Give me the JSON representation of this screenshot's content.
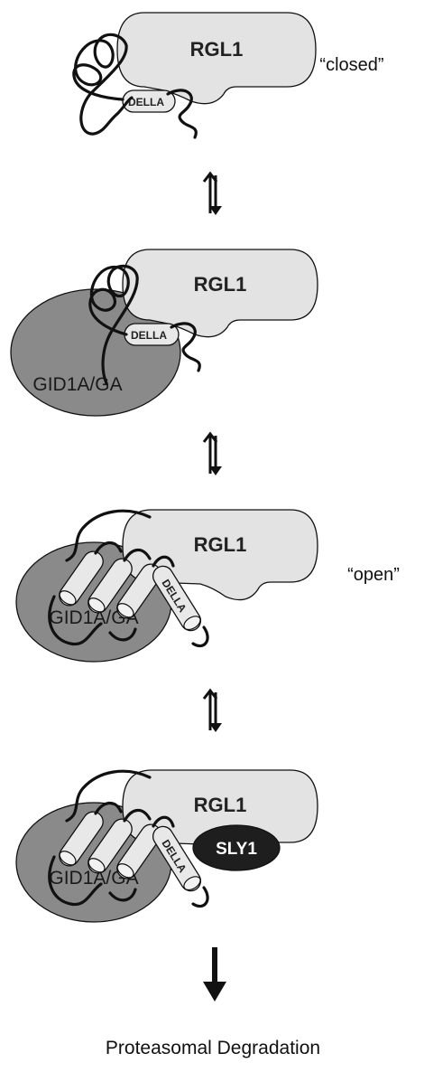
{
  "figure": {
    "states": [
      {
        "protein": "RGL1",
        "domain": "DELLA",
        "state_label": "“closed”"
      },
      {
        "protein": "RGL1",
        "domain": "DELLA",
        "receptor": "GID1A/GA"
      },
      {
        "protein": "RGL1",
        "domain": "DELLA",
        "receptor": "GID1A/GA",
        "state_label": "“open”"
      },
      {
        "protein": "RGL1",
        "domain": "DELLA",
        "receptor": "GID1A/GA",
        "partner": "SLY1"
      }
    ],
    "outcome": "Proteasomal Degradation"
  },
  "colors": {
    "rgl1_fill": "#e3e3e3",
    "gid1a_fill": "#8a8a8a",
    "sly1_fill": "#1e1e1e",
    "outline": "#111111"
  }
}
